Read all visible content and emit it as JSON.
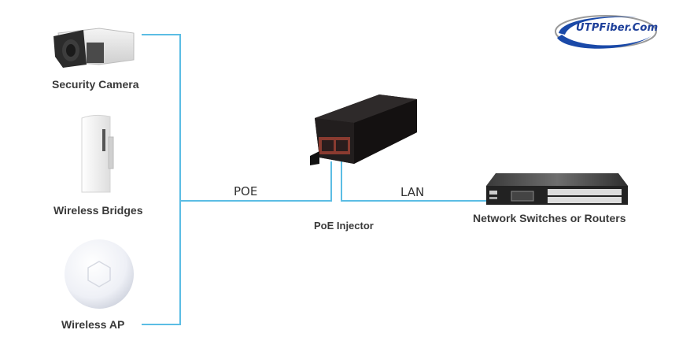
{
  "logo": {
    "text": "UTPFiber.Com",
    "color": "#1d3f9a",
    "swoosh_color": "#1a49a8"
  },
  "devices": {
    "camera": {
      "label": "Security Camera"
    },
    "bridge": {
      "label": "Wireless Bridges"
    },
    "ap": {
      "label": "Wireless AP"
    },
    "injector": {
      "label": "PoE Injector"
    },
    "switch": {
      "label": "Network Switches or Routers"
    }
  },
  "links": {
    "poe": {
      "label": "POE"
    },
    "lan": {
      "label": "LAN"
    },
    "color": "#5bbde4"
  }
}
